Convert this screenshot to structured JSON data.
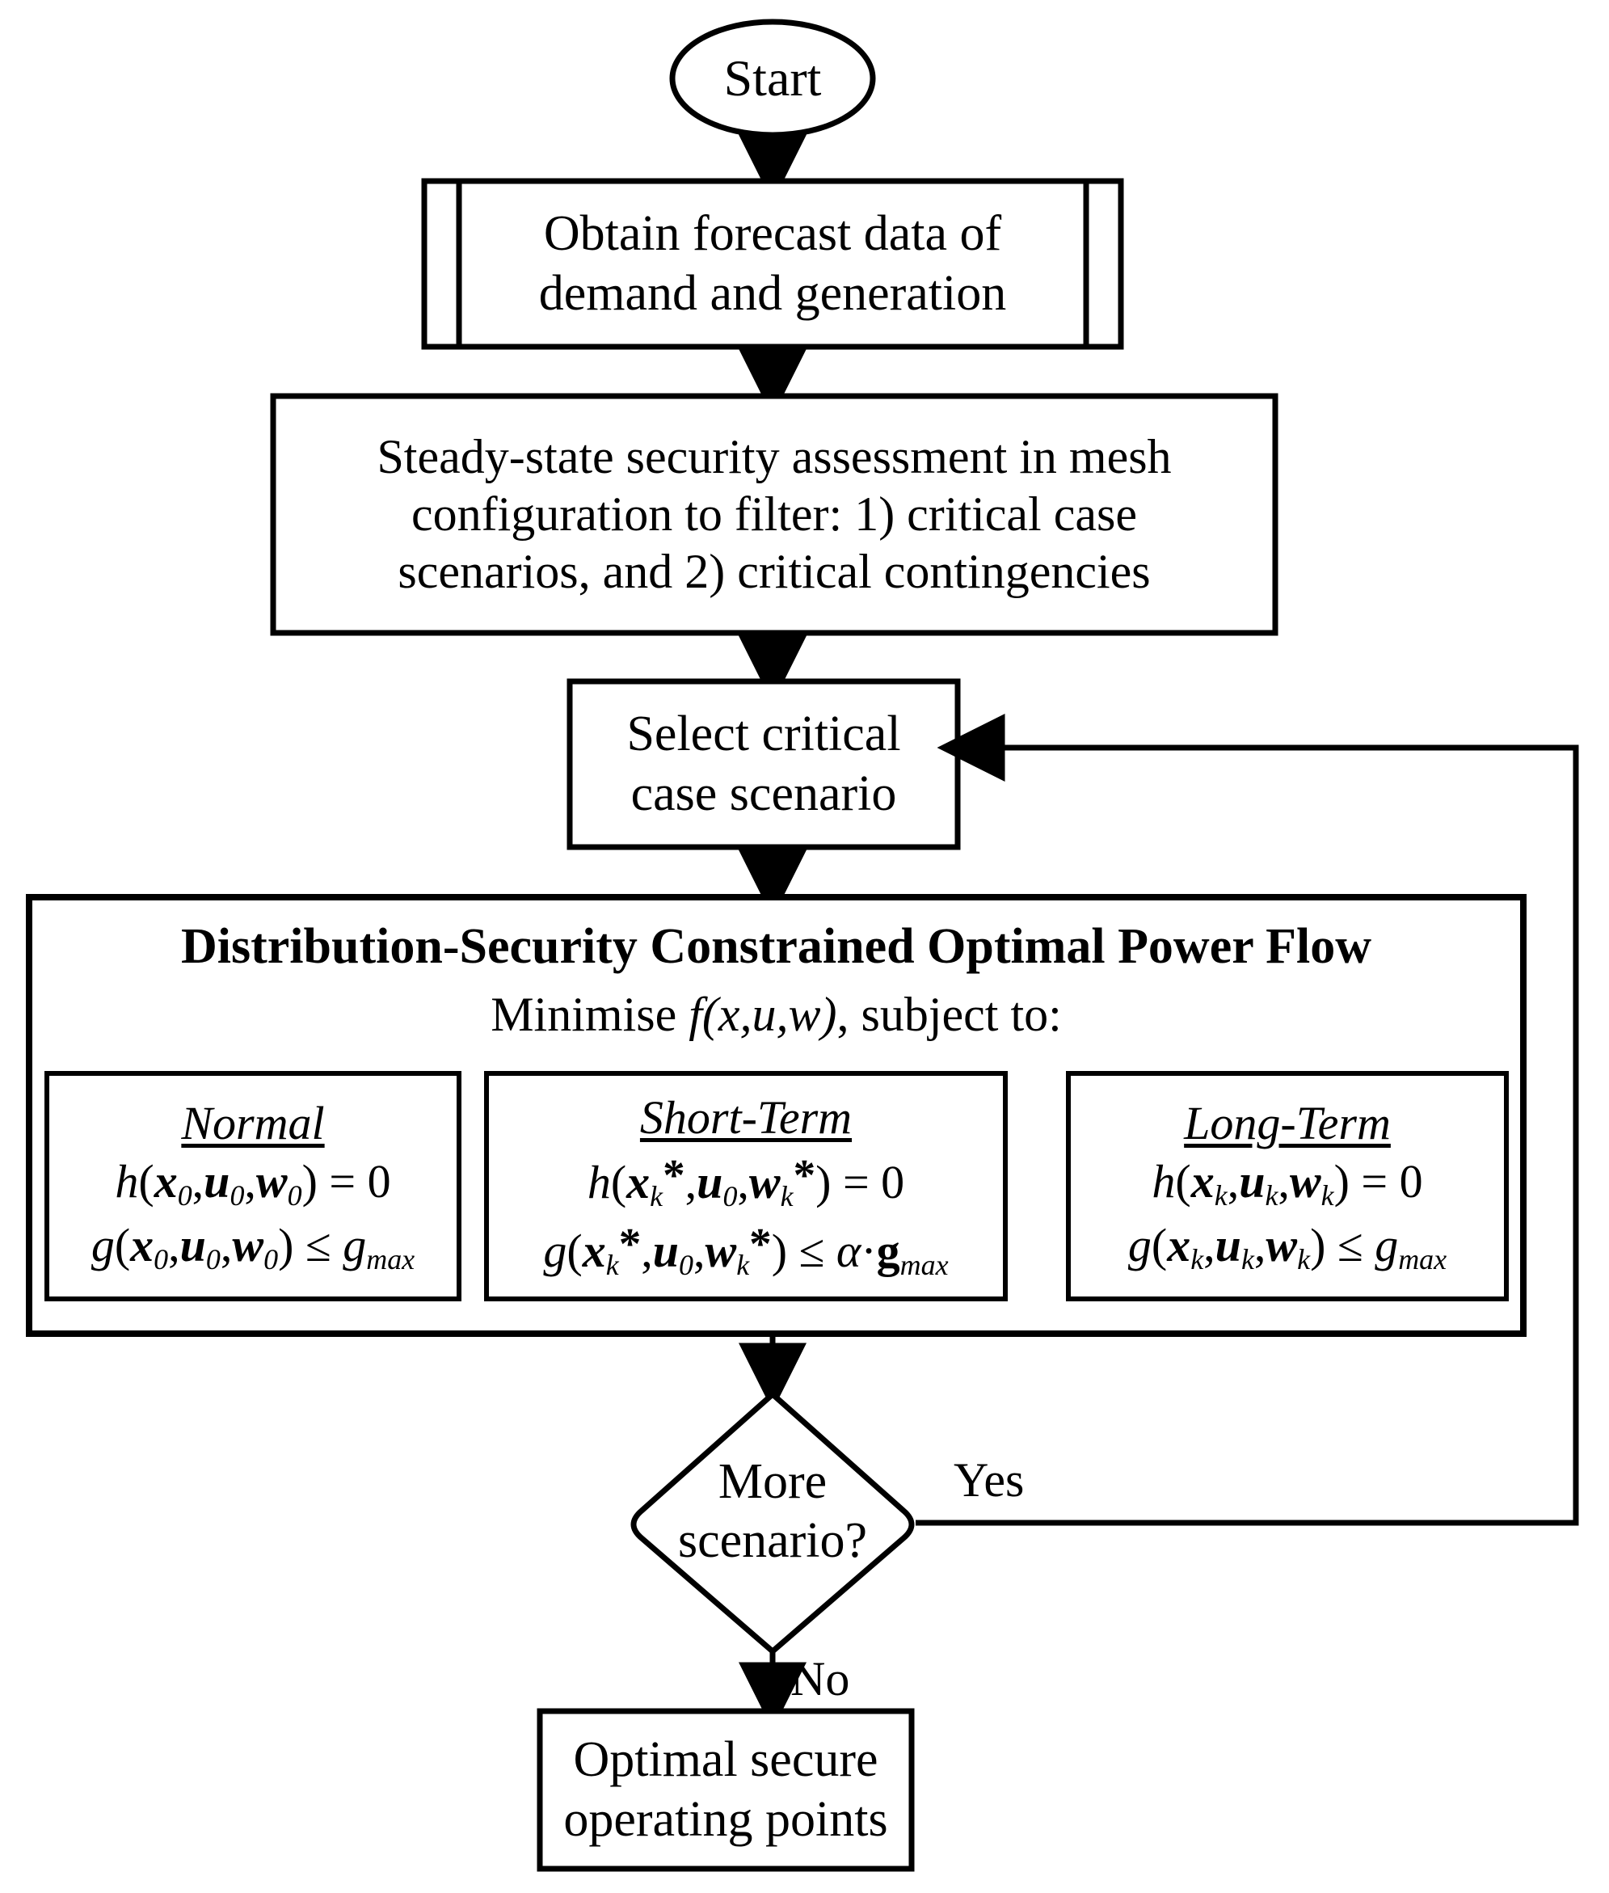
{
  "diagram": {
    "title": "Distribution-Security Constrained Optimal Power Flow flowchart",
    "stroke_color": "#000000",
    "background_color": "#ffffff",
    "nodes": {
      "start": {
        "label": "Start",
        "shape": "ellipse"
      },
      "obtain": {
        "line1": "Obtain forecast data of",
        "line2": "demand and generation",
        "shape": "predefined-process"
      },
      "assessment": {
        "line1": "Steady-state security assessment in mesh",
        "line2": "configuration to filter: 1) critical case",
        "line3": "scenarios, and 2) critical contingencies",
        "shape": "process"
      },
      "select": {
        "line1": "Select critical",
        "line2": "case scenario",
        "shape": "process"
      },
      "scopf": {
        "heading": "Distribution-Security Constrained Optimal Power Flow",
        "objective_prefix": "Minimise ",
        "objective_fn": "f(x,u,w)",
        "objective_suffix": ", subject to:",
        "shape": "process"
      },
      "decision": {
        "line1": "More",
        "line2": "scenario?",
        "shape": "diamond"
      },
      "result": {
        "line1": "Optimal secure",
        "line2": "operating points",
        "shape": "process"
      }
    },
    "subboxes": [
      {
        "id": "normal",
        "title": "Normal",
        "equality": {
          "fn": "h",
          "args": [
            "x0",
            "u0",
            "w0"
          ],
          "rel": "=",
          "rhs": "0"
        },
        "inequality": {
          "fn": "g",
          "args": [
            "x0",
            "u0",
            "w0"
          ],
          "rel": "≤",
          "rhs": "gmax"
        }
      },
      {
        "id": "short-term",
        "title": "Short-Term",
        "equality": {
          "fn": "h",
          "args": [
            "xk*",
            "u0",
            "wk*"
          ],
          "rel": "=",
          "rhs": "0"
        },
        "inequality": {
          "fn": "g",
          "args": [
            "xk*",
            "u0",
            "wk*"
          ],
          "rel": "≤",
          "rhs": "α·gmax"
        }
      },
      {
        "id": "long-term",
        "title": "Long-Term",
        "equality": {
          "fn": "h",
          "args": [
            "xk",
            "uk",
            "wk"
          ],
          "rel": "=",
          "rhs": "0"
        },
        "inequality": {
          "fn": "g",
          "args": [
            "xk",
            "uk",
            "wk"
          ],
          "rel": "≤",
          "rhs": "gmax"
        }
      }
    ],
    "edge_labels": {
      "yes": "Yes",
      "no": "No"
    }
  }
}
